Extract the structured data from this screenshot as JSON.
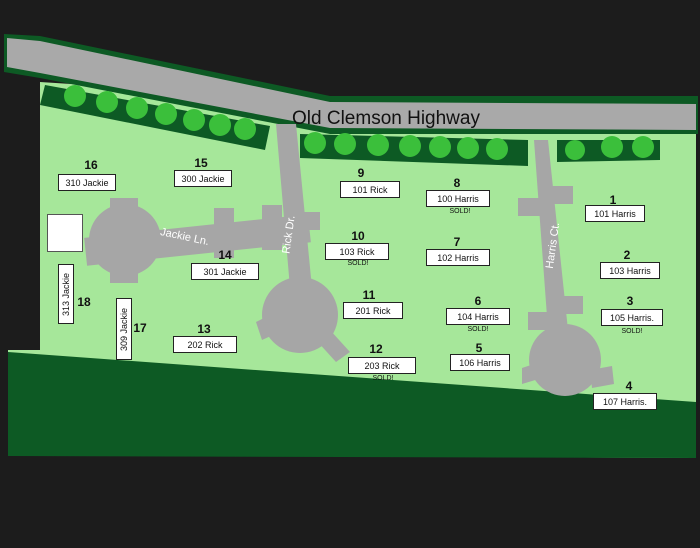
{
  "map": {
    "highway_name": "Old Clemson Highway",
    "streets": {
      "jackie": "Jackie Ln.",
      "rick": "Rick Dr.",
      "harris": "Harris Ct."
    },
    "colors": {
      "background": "#1c1c1c",
      "lawn": "#a6e79a",
      "dark_green": "#0d5a24",
      "road": "#a6a6a6",
      "highway": "#a9a9a9",
      "tree": "#3bbf3b"
    },
    "lots": [
      {
        "number": "1",
        "label": "101 Harris",
        "sold": ""
      },
      {
        "number": "2",
        "label": "103 Harris",
        "sold": ""
      },
      {
        "number": "3",
        "label": "105 Harris.",
        "sold": "SOLD!"
      },
      {
        "number": "4",
        "label": "107 Harris.",
        "sold": ""
      },
      {
        "number": "5",
        "label": "106 Harris",
        "sold": ""
      },
      {
        "number": "6",
        "label": "104 Harris",
        "sold": "SOLD!"
      },
      {
        "number": "7",
        "label": "102 Harris",
        "sold": ""
      },
      {
        "number": "8",
        "label": "100 Harris",
        "sold": "SOLD!"
      },
      {
        "number": "9",
        "label": "101 Rick",
        "sold": ""
      },
      {
        "number": "10",
        "label": "103 Rick",
        "sold": "SOLD!"
      },
      {
        "number": "11",
        "label": "201 Rick",
        "sold": ""
      },
      {
        "number": "12",
        "label": "203 Rick",
        "sold": "SOLD!"
      },
      {
        "number": "13",
        "label": "202 Rick",
        "sold": ""
      },
      {
        "number": "14",
        "label": "301 Jackie",
        "sold": ""
      },
      {
        "number": "15",
        "label": "300 Jackie",
        "sold": ""
      },
      {
        "number": "16",
        "label": "310 Jackie",
        "sold": ""
      },
      {
        "number": "17",
        "label": "309 Jackie",
        "sold": ""
      },
      {
        "number": "18",
        "label": "313 Jackie",
        "sold": ""
      }
    ]
  }
}
